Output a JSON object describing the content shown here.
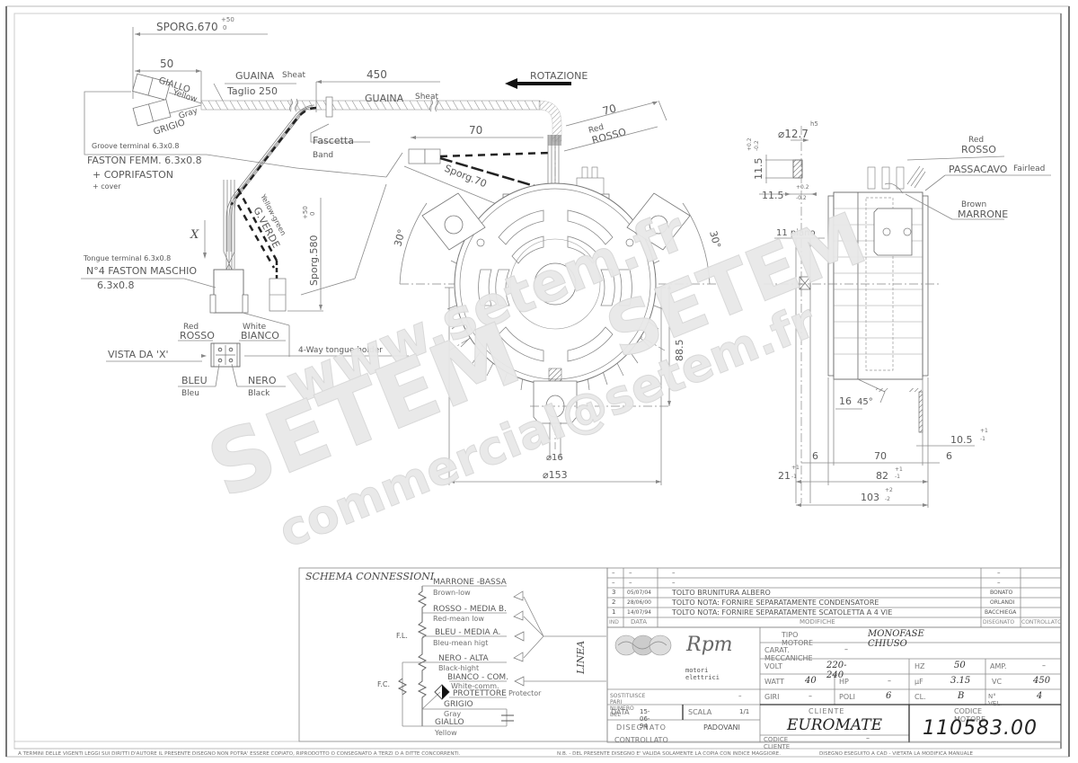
{
  "drawing": {
    "top_cable": {
      "sporg_total": "SPORG.670",
      "sporg_tol_upper": "+50",
      "sporg_tol_lower": "0",
      "dim_50": "50",
      "dim_450": "450",
      "guaina1": "GUAINA",
      "guaina1_en": "Sheat",
      "taglio": "Taglio 250",
      "guaina2": "GUAINA",
      "guaina2_en": "Sheat",
      "giallo": "GIALLO",
      "yellow": "Yellow",
      "grigio": "GRIGIO",
      "gray": "Gray",
      "groove": "Groove terminal 6.3x0.8",
      "faston_femm": "FASTON FEMM. 6.3x0.8",
      "coprifaston": "+ COPRIFASTON",
      "cover": "+ cover",
      "fascetta": "Fascetta",
      "band": "Band",
      "rotazione": "ROTAZIONE",
      "dim_70a": "70",
      "dim_70b": "70",
      "red": "Red",
      "rosso": "ROSSO",
      "sporg70": "Sporg.70"
    },
    "left_connector": {
      "x_label": "X",
      "tongue": "Tongue terminal 6.3x0.8",
      "faston_maschio": "N°4 FASTON MASCHIO",
      "faston_size": "6.3x0.8",
      "yellow_green": "Yellow-green",
      "g_verde": "G.VERDE",
      "sporg580": "Sporg.580",
      "sporg580_tol": "+50 0",
      "red": "Red",
      "rosso": "ROSSO",
      "white": "White",
      "bianco": "BIANCO",
      "vista": "VISTA DA 'X'",
      "holder": "4-Way tongue holder",
      "bleu": "BLEU",
      "bleu_en": "Bleu",
      "nero": "NERO",
      "black": "Black"
    },
    "front_view": {
      "angle_left": "30°",
      "angle_right": "30°",
      "dim_88_5": "88.5",
      "dim_16": "⌀16",
      "dim_153": "⌀153"
    },
    "side_view": {
      "shaft_dia": "⌀12.7",
      "shaft_tol": "h5",
      "dim_11_5_v": "11.5",
      "tol_v": "+0.2 -0.2",
      "dim_11_5_h": "11.5",
      "tol_h": "+0.2 -0.2",
      "piano": "11 piano",
      "red": "Red",
      "rosso": "ROSSO",
      "passacavo": "PASSACAVO",
      "fairlead": "Fairlead",
      "brown": "Brown",
      "marrone": "MARRONE",
      "dim_16": "16",
      "dim_45": "45°",
      "dim_10_5": "10.5",
      "tol_10_5": "+1 -1",
      "dim_6a": "6",
      "dim_70": "70",
      "dim_6b": "6",
      "dim_21": "21",
      "tol_21": "+1 -1",
      "dim_82": "82",
      "tol_82": "+1 -1",
      "dim_103": "103",
      "tol_103": "+2 -2"
    }
  },
  "schema": {
    "title": "SCHEMA CONNESSIONI",
    "lines": [
      {
        "it": "MARRONE -BASSA",
        "en": "Brown-low"
      },
      {
        "it": "ROSSO - MEDIA B.",
        "en": "Red-mean low"
      },
      {
        "it": "BLEU - MEDIA A.",
        "en": "Bleu-mean higt"
      },
      {
        "it": "NERO - ALTA",
        "en": "Black-hight"
      },
      {
        "it": "BIANCO - COM.",
        "en": "White-comm."
      },
      {
        "it": "PROTETTORE",
        "en": "Protector"
      },
      {
        "it": "GRIGIO",
        "en": "Gray"
      },
      {
        "it": "GIALLO",
        "en": "Yellow"
      }
    ],
    "fl": "F.L.",
    "fc": "F.C.",
    "linea": "LINEA"
  },
  "revisions": {
    "rows": [
      {
        "ind": "–",
        "data": "–",
        "mod": "–",
        "dis": "–",
        "con": ""
      },
      {
        "ind": "–",
        "data": "–",
        "mod": "–",
        "dis": "–",
        "con": ""
      },
      {
        "ind": "3",
        "data": "05/07/04",
        "mod": "TOLTO BRUNITURA ALBERO",
        "dis": "BONATO",
        "con": ""
      },
      {
        "ind": "2",
        "data": "28/06/00",
        "mod": "TOLTO NOTA: FORNIRE SEPARATAMENTE CONDENSATORE",
        "dis": "ORLANDI",
        "con": ""
      },
      {
        "ind": "1",
        "data": "14/07/94",
        "mod": "TOLTO NOTA: FORNIRE SEPARATAMENTE SCATOLETTA A 4 VIE",
        "dis": "BACCHIEGA",
        "con": ""
      }
    ],
    "header": {
      "ind": "IND",
      "data": "DATA",
      "mod": "MODIFICHE",
      "dis": "DISEGNATO",
      "con": "CONTROLLATO"
    }
  },
  "title_block": {
    "logo_text": "Rpm",
    "logo_sub": "motori elettrici",
    "tipo_label": "TIPO MOTORE",
    "tipo_value": "MONOFASE CHIUSO",
    "carat_label": "CARAT. MECCANICHE",
    "carat_value": "–",
    "volt_label": "VOLT",
    "volt_value": "220-240",
    "hz_label": "HZ",
    "hz_value": "50",
    "amp_label": "AMP.",
    "amp_value": "–",
    "watt_label": "WATT",
    "watt_value": "40",
    "hp_label": "HP",
    "hp_value": "–",
    "uf_label": "µF",
    "uf_value": "3.15",
    "vc_label": "VC",
    "vc_value": "450",
    "giri_label": "GIRI",
    "giri_value": "–",
    "poli_label": "POLI",
    "poli_value": "6",
    "cl_label": "CL.",
    "cl_value": "B",
    "nvel_label": "N° VEL.",
    "nvel_value": "4",
    "sostituisce_label": "SOSTITUISCE PARI NUMERO DEL",
    "sostituisce_value": "–",
    "data_label": "DATA",
    "data_value": "15-06-94",
    "scala_label": "SCALA",
    "scala_value": "1/1",
    "disegnato_label": "DISEGNATO",
    "disegnato_value": "PADOVANI",
    "controllato_label": "CONTROLLATO",
    "cliente_label": "CLIENTE",
    "cliente_value": "EUROMATE",
    "codice_cliente_label": "CODICE CLIENTE",
    "codice_cliente_value": "–",
    "codice_motore_label": "CODICE MOTORE",
    "codice_motore_value": "110583.00"
  },
  "footer": {
    "copyright": "A TERMINI DELLE VIGENTI LEGGI SUI DIRITTI D'AUTORE IL PRESENTE DISEGNO NON POTRA' ESSERE COPIATO, RIPRODOTTO O CONSEGNATO A TERZI O A DITTE CONCORRENTI.",
    "nb": "N.B. - DEL PRESENTE DISEGNO E' VALIDA SOLAMENTE LA COPIA CON INDICE MAGGIORE.",
    "cad": "DISEGNO ESEGUITO A CAD - VIETATA LA MODIFICA MANUALE"
  },
  "watermark": {
    "www": "www.setem.fr",
    "setem": "SETEM",
    "setem2": "SETEM",
    "email": "commercial@setem.fr"
  }
}
